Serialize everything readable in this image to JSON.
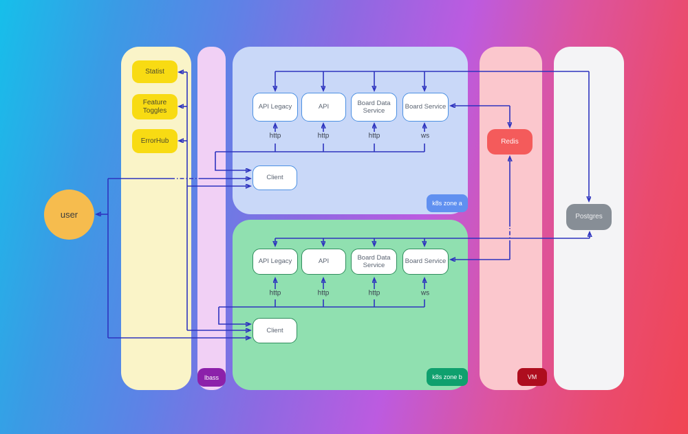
{
  "colors": {
    "line": "#2D33BE",
    "background_left": "#16BFEA",
    "background_mid": "#8E69E2",
    "background_right": "#F04553",
    "zone_yellow": "#FAF4C8",
    "zone_lavender": "#F1D0F5",
    "zone_blue": "#C9D8F8",
    "zone_green": "#90E0B0",
    "zone_pink": "#FBC7CD",
    "zone_gray": "#F4F4F6",
    "node_yellow": "#F8DB13",
    "redis_red": "#F45B5B",
    "postgres_gray": "#878E96",
    "badge_zone_a_blue": "#6090F0",
    "badge_zone_b_green": "#0FA06E",
    "badge_vm_red": "#AE0D1E",
    "badge_lbass_purple": "#8C21AA",
    "user_amber": "#F6BC4E"
  },
  "user": {
    "label": "user"
  },
  "observability": {
    "items": [
      {
        "label": "Statist"
      },
      {
        "label": "Feature Toggles"
      },
      {
        "label": "ErrorHub"
      }
    ]
  },
  "lbass": {
    "badge": "lbass"
  },
  "zone_a": {
    "badge": "k8s zone a",
    "services": [
      {
        "label": "API Legacy",
        "protocol": "http"
      },
      {
        "label": "API",
        "protocol": "http"
      },
      {
        "label": "Board Data Service",
        "protocol": "http"
      },
      {
        "label": "Board Service",
        "protocol": "ws"
      }
    ],
    "client": "Client"
  },
  "zone_b": {
    "badge": "k8s zone b",
    "services": [
      {
        "label": "API Legacy",
        "protocol": "http"
      },
      {
        "label": "API",
        "protocol": "http"
      },
      {
        "label": "Board Data Service",
        "protocol": "http"
      },
      {
        "label": "Board Service",
        "protocol": "ws"
      }
    ],
    "client": "Client"
  },
  "vm": {
    "badge": "VM",
    "redis": "Redis"
  },
  "database": {
    "postgres": "Postgres"
  }
}
